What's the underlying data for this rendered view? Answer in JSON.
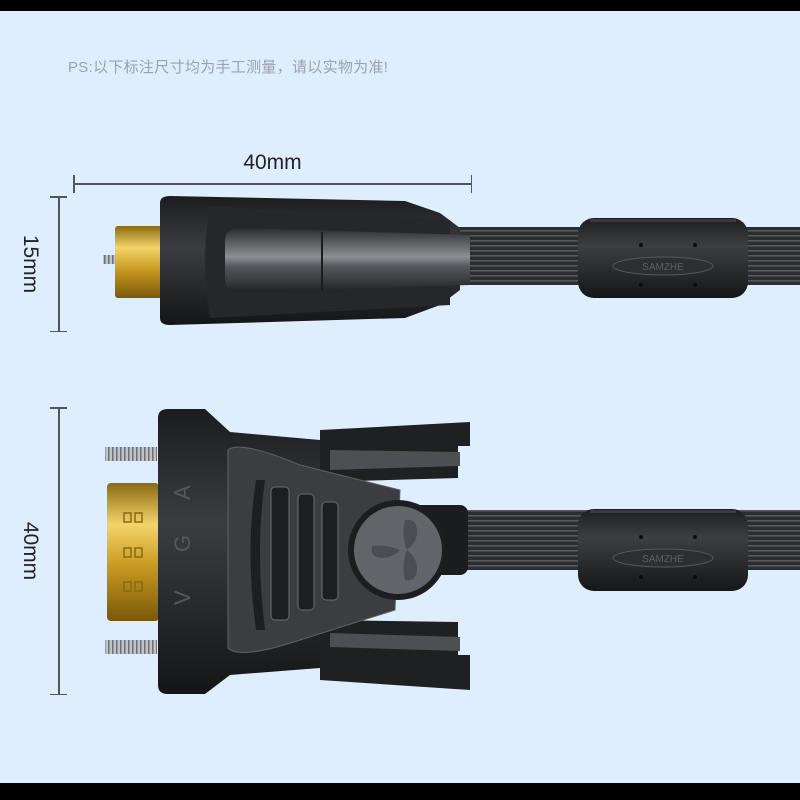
{
  "note": "PS:以下标注尺寸均为手工测量，请以实物为准!",
  "dimensions": {
    "top_width": "40mm",
    "top_height": "15mm",
    "bottom_height": "40mm"
  },
  "product": {
    "connector_label": "VGA",
    "ferrite_brand": "SAMZHE",
    "clip_brand": "SAMZHE"
  },
  "colors": {
    "background": "#dfeefe",
    "connector_body": "#2a2c2f",
    "gold_pins": "#d4a52a",
    "dimension_line": "#555555"
  }
}
